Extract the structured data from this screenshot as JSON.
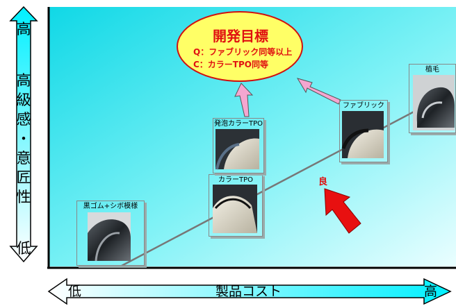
{
  "y_axis": {
    "top_label": "高",
    "title_chars": [
      "高",
      "級",
      "感",
      "・",
      "意",
      "匠",
      "性"
    ],
    "bottom_label": "低"
  },
  "x_axis": {
    "left_label": "低",
    "title": "製品コスト",
    "right_label": "高"
  },
  "goal": {
    "title": "開発目標",
    "line1": "Q：ファブリック同等以上",
    "line2": "C：カラーTPO同等"
  },
  "products": [
    {
      "label": "黒ゴム+シボ模様"
    },
    {
      "label": "カラーTPO"
    },
    {
      "label": "発泡カラーTPO"
    },
    {
      "label": "ファブリック"
    },
    {
      "label": "植毛"
    }
  ],
  "good_label": "良",
  "colors": {
    "bg_cyan": "#19e6f0",
    "bg_light": "#e8fdfe",
    "axis_cyan": "#00f0ff",
    "goal_fill": "#ffff66",
    "goal_text": "#e01010",
    "pink_arrow": "#f4a6d0",
    "red_arrow": "#e81010"
  }
}
